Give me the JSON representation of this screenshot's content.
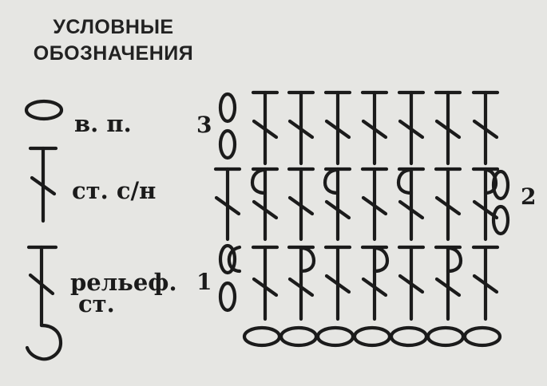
{
  "legend": {
    "title_line1": "УСЛОВНЫЕ",
    "title_line2": "ОБОЗНАЧЕНИЯ",
    "items": [
      {
        "symbol": "chain-stitch-oval",
        "label": "в. п."
      },
      {
        "symbol": "double-crochet-stitch",
        "label": "ст. с/н"
      },
      {
        "symbol": "post-stitch",
        "label_line1": "рельеф.",
        "label_line2": "ст."
      }
    ]
  },
  "chart": {
    "row_numbers": [
      "1",
      "2",
      "3"
    ],
    "columns": 7,
    "foundation_chains": 7
  },
  "colors": {
    "ink": "#1b1b1b",
    "paper": "#e6e6e3"
  }
}
